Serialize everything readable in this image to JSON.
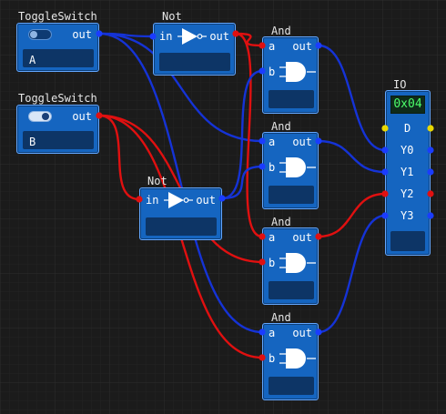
{
  "nodes": {
    "toggle1": {
      "title": "ToggleSwitch",
      "port_out": "out",
      "field": "A",
      "state": "off"
    },
    "toggle2": {
      "title": "ToggleSwitch",
      "port_out": "out",
      "field": "B",
      "state": "on"
    },
    "not1": {
      "title": "Not",
      "port_in": "in",
      "port_out": "out",
      "field": ""
    },
    "not2": {
      "title": "Not",
      "port_in": "in",
      "port_out": "out",
      "field": ""
    },
    "and1": {
      "title": "And",
      "port_a": "a",
      "port_b": "b",
      "port_out": "out",
      "field": ""
    },
    "and2": {
      "title": "And",
      "port_a": "a",
      "port_b": "b",
      "port_out": "out",
      "field": ""
    },
    "and3": {
      "title": "And",
      "port_a": "a",
      "port_b": "b",
      "port_out": "out",
      "field": ""
    },
    "and4": {
      "title": "And",
      "port_a": "a",
      "port_b": "b",
      "port_out": "out",
      "field": ""
    },
    "io": {
      "title": "IO",
      "display": "0x04",
      "ports": [
        "D",
        "Y0",
        "Y1",
        "Y2",
        "Y3"
      ],
      "field": ""
    }
  },
  "colors": {
    "background": "#1b1b1b",
    "grid": "#2a2a2a",
    "node_fill": "#1565c0",
    "node_border": "#62a7ff",
    "wire_low": "#1533d6",
    "wire_high": "#e01010",
    "pin_low": "#1a3cff",
    "pin_high": "#e01010",
    "pin_data": "#e8d800",
    "display_text": "#4cff6a"
  },
  "wires": [
    {
      "from": "toggle1.out",
      "to": "not1.in",
      "state": "low"
    },
    {
      "from": "toggle1.out",
      "to": "and2.a",
      "state": "low"
    },
    {
      "from": "toggle1.out",
      "to": "and4.a",
      "state": "low"
    },
    {
      "from": "toggle2.out",
      "to": "not2.in",
      "state": "high"
    },
    {
      "from": "toggle2.out",
      "to": "and3.b",
      "state": "high"
    },
    {
      "from": "toggle2.out",
      "to": "and4.b",
      "state": "high"
    },
    {
      "from": "not1.out",
      "to": "and1.a",
      "state": "high"
    },
    {
      "from": "not1.out",
      "to": "and3.a",
      "state": "high"
    },
    {
      "from": "not2.out",
      "to": "and1.b",
      "state": "low"
    },
    {
      "from": "not2.out",
      "to": "and2.b",
      "state": "low"
    },
    {
      "from": "and1.out",
      "to": "io.Y0",
      "state": "low"
    },
    {
      "from": "and2.out",
      "to": "io.Y1",
      "state": "low"
    },
    {
      "from": "and3.out",
      "to": "io.Y2",
      "state": "high"
    },
    {
      "from": "and4.out",
      "to": "io.Y3",
      "state": "low"
    }
  ]
}
